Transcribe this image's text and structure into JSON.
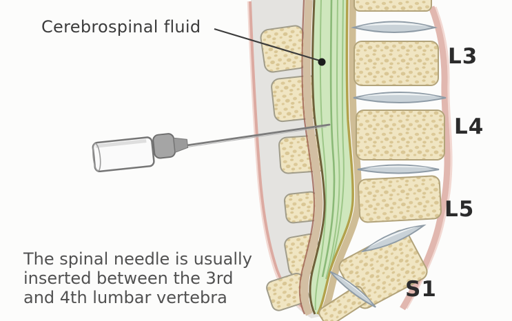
{
  "annotations": {
    "csf_label": "Cerebrospinal fluid",
    "caption_line1": "The spinal needle is usually",
    "caption_line2": "inserted between the 3rd",
    "caption_line3": "and 4th lumbar vertebra"
  },
  "vertebrae": [
    {
      "label": "L3"
    },
    {
      "label": "L4"
    },
    {
      "label": "L5"
    },
    {
      "label": "S1"
    }
  ],
  "palette": {
    "bg": "#fcfcfb",
    "soft-tissue": "#e4e3e0",
    "bone": "#f0e5c2",
    "bone-speckle": "#d9c591",
    "bone-speckle2": "#c9b175",
    "bone-outline": "#b2a37a",
    "sp-outline": "#a09c8a",
    "disc": "#c9d2d8",
    "disc-edge": "#8e9ba6",
    "disc-shine": "#f3f6f7",
    "csf": "#cfe7bd",
    "csf-strand": "#9cc687",
    "csf-strand-dark": "#8ab977",
    "dura-olive": "#6f603a",
    "lig-yellow": "#b2a14b",
    "membrane-tan": "#d3bfa3",
    "membrane-red": "#9c5f50",
    "body-strip": "#cfbd96",
    "skin-pink": "#dcaaa1",
    "skin-pink-light": "#f2d8d2",
    "needle": "#7b7b7b",
    "needle-dark": "#5f5f5f",
    "barrel-fill": "#fafafa",
    "barrel-stroke": "#757575",
    "collar": "#a5a5a5",
    "pointer": "#1c1c1c",
    "label-dark": "#2b2b2b",
    "text": "#3c3c3c",
    "caption": "#515151"
  }
}
